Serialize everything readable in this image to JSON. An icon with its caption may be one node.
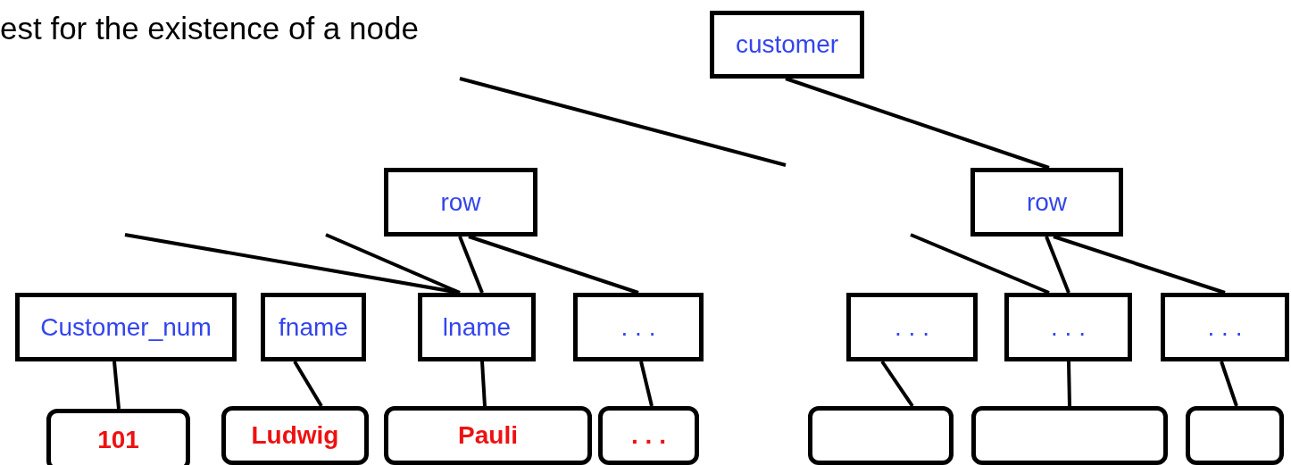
{
  "diagram": {
    "nodes": [
      {
        "text": [
          "customer"
        ]
      },
      {
        "text": [
          "row"
        ]
      },
      {
        "text": [
          "row"
        ]
      },
      {
        "text": [
          "Customer_num"
        ]
      },
      {
        "text": [
          "fname"
        ]
      },
      {
        "text": [
          "lname"
        ]
      },
      {
        "text": [
          ". . ."
        ]
      },
      {
        "text": [
          ". . ."
        ]
      },
      {
        "text": [
          ". . ."
        ]
      },
      {
        "text": [
          ". . ."
        ]
      },
      {
        "text": [
          "101"
        ]
      },
      {
        "text": [
          "Ludwig"
        ]
      },
      {
        "text": [
          "Pauli"
        ]
      },
      {
        "text": [
          ". . ."
        ]
      },
      {
        "text": [],
        "shape": "box"
      },
      {
        "text": [],
        "shape": "box"
      },
      {
        "text": [],
        "shape": "box"
      }
    ],
    "edges": [
      {
        "from": 0,
        "to": 2,
        "arrow": "none"
      },
      {
        "from": null,
        "to": 5,
        "arrow": "none"
      },
      {
        "from": null,
        "to": 5,
        "arrow": "none"
      },
      {
        "from": 1,
        "to": 5,
        "arrow": "none"
      },
      {
        "from": 1,
        "to": 6,
        "arrow": "none"
      },
      {
        "from": null,
        "to": 8,
        "arrow": "none"
      },
      {
        "from": 2,
        "to": 8,
        "arrow": "none"
      },
      {
        "from": 2,
        "to": 9,
        "arrow": "none"
      },
      {
        "from": 3,
        "to": 10,
        "arrow": "none"
      },
      {
        "from": 4,
        "to": 11,
        "arrow": "none"
      },
      {
        "from": 5,
        "to": 12,
        "arrow": "none"
      },
      {
        "from": 6,
        "to": 13,
        "arrow": "none"
      },
      {
        "from": 7,
        "to": 14,
        "arrow": "none"
      },
      {
        "from": 8,
        "to": 15,
        "arrow": "none"
      },
      {
        "from": 9,
        "to": 16,
        "arrow": "none"
      }
    ],
    "labels": [
      "est for the existence of a node"
    ]
  }
}
